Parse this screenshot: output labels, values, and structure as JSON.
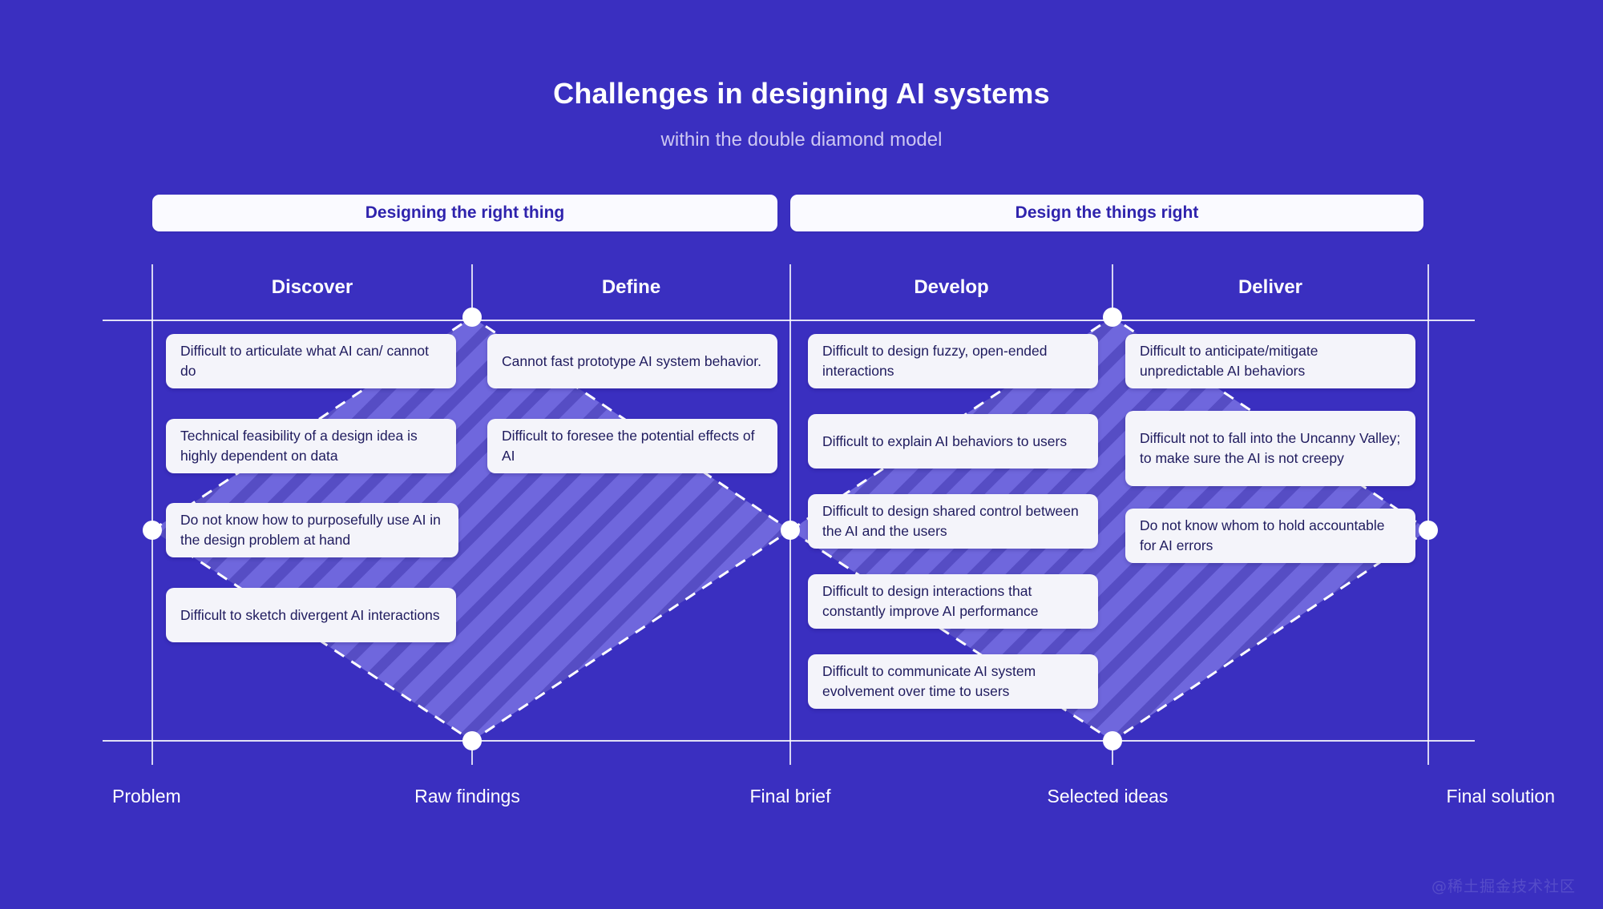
{
  "header": {
    "title": "Challenges in designing AI systems",
    "subtitle": "within the double diamond model"
  },
  "banners": [
    {
      "id": "designing-the-right-thing",
      "label": "Designing the right thing"
    },
    {
      "id": "design-the-things-right",
      "label": "Design the things right"
    }
  ],
  "phases": [
    {
      "id": "discover",
      "label": "Discover"
    },
    {
      "id": "define",
      "label": "Define"
    },
    {
      "id": "develop",
      "label": "Develop"
    },
    {
      "id": "deliver",
      "label": "Deliver"
    }
  ],
  "milestones": [
    {
      "id": "problem",
      "label": "Problem"
    },
    {
      "id": "raw-findings",
      "label": "Raw findings"
    },
    {
      "id": "final-brief",
      "label": "Final brief"
    },
    {
      "id": "selected-ideas",
      "label": "Selected ideas"
    },
    {
      "id": "final-solution",
      "label": "Final solution"
    }
  ],
  "columns": [
    {
      "phase": "Discover",
      "cards": [
        "Difficult to articulate what AI can/ cannot do",
        "Technical feasibility of a design idea is highly dependent on data",
        "Do not know how to purposefully use AI in the design problem at hand",
        "Difficult to sketch divergent AI interactions"
      ]
    },
    {
      "phase": "Define",
      "cards": [
        "Cannot fast prototype AI system behavior.",
        "Difficult to foresee the potential effects of AI"
      ]
    },
    {
      "phase": "Develop",
      "cards": [
        "Difficult to design fuzzy, open-ended interactions",
        "Difficult to explain AI behaviors to users",
        "Difficult to design shared control between the AI and the users",
        "Difficult to design interactions that constantly improve AI performance",
        "Difficult to communicate AI system evolvement over time to users"
      ]
    },
    {
      "phase": "Deliver",
      "cards": [
        "Difficult to anticipate/mitigate unpredictable AI behaviors",
        "Difficult not to fall into the Uncanny Valley; to make sure the AI is not creepy",
        "Do not know whom to hold accountable for AI errors"
      ]
    }
  ],
  "colors": {
    "background": "#3a2fc0",
    "diamond_fill": "#6f67dd",
    "diamond_stripe": "#564dc4",
    "diamond_border": "#ffffff",
    "card_bg": "#f4f4fa",
    "card_text": "#1f1b5e",
    "banner_bg": "#fafaff",
    "banner_text": "#2f23ad",
    "heading_text": "#ffffff",
    "subtitle_text": "#cdc7f2",
    "node_fill": "#ffffff"
  },
  "watermark": "@稀土掘金技术社区"
}
